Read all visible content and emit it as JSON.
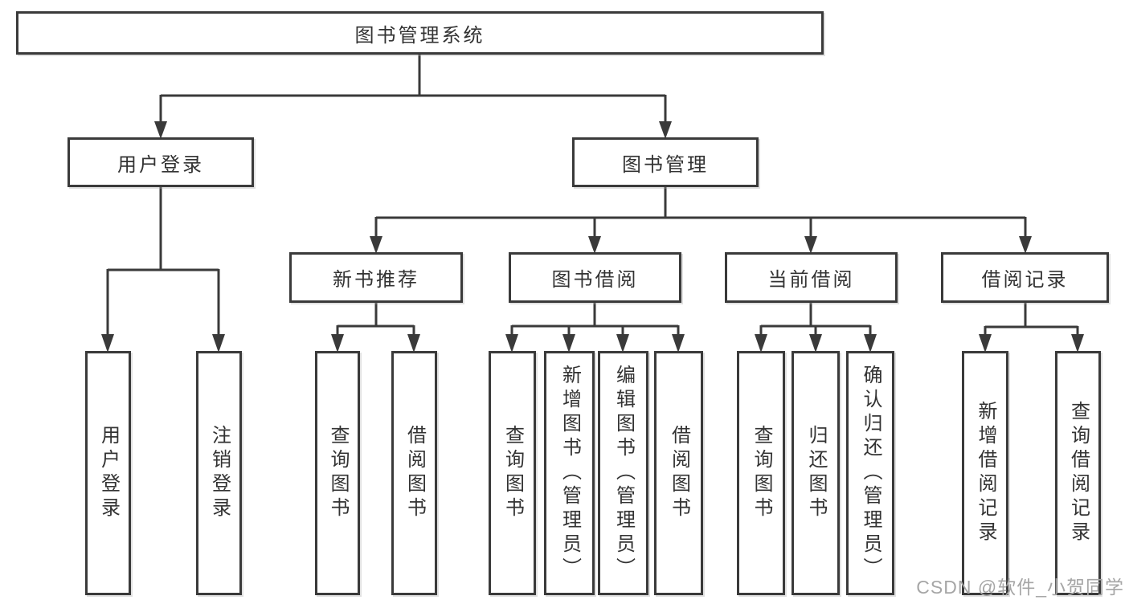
{
  "diagram": {
    "root": {
      "label": "图书管理系统"
    },
    "branches": [
      {
        "label": "用户登录",
        "children": [
          {
            "label": "用户登录"
          },
          {
            "label": "注销登录"
          }
        ]
      },
      {
        "label": "图书管理",
        "children": [
          {
            "label": "新书推荐",
            "children": [
              {
                "label": "查询图书"
              },
              {
                "label": "借阅图书"
              }
            ]
          },
          {
            "label": "图书借阅",
            "children": [
              {
                "label": "查询图书"
              },
              {
                "label": "新增图书（管理员）"
              },
              {
                "label": "编辑图书（管理员）"
              },
              {
                "label": "借阅图书"
              }
            ]
          },
          {
            "label": "当前借阅",
            "children": [
              {
                "label": "查询图书"
              },
              {
                "label": "归还图书"
              },
              {
                "label": "确认归还（管理员）"
              }
            ]
          },
          {
            "label": "借阅记录",
            "children": [
              {
                "label": "新增借阅记录"
              },
              {
                "label": "查询借阅记录"
              }
            ]
          }
        ]
      }
    ]
  },
  "watermark": {
    "text": "CSDN @软件_小贺同学"
  },
  "style": {
    "line_color": "#3a3a3a",
    "text_color": "#333333",
    "background": "#ffffff",
    "watermark_color": "#a6a6a6"
  }
}
